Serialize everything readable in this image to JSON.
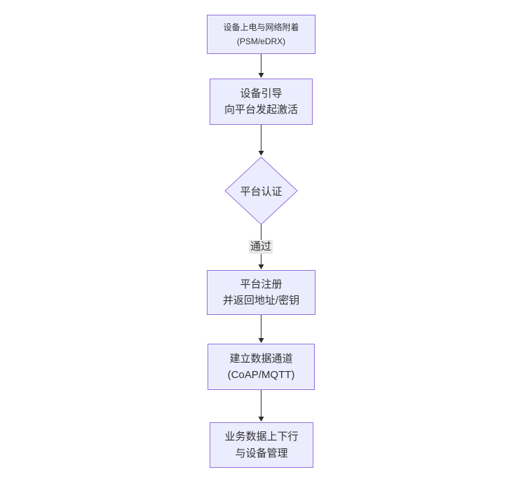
{
  "flowchart": {
    "type": "flowchart",
    "direction": "top-down",
    "colors": {
      "canvas_background": "#ffffff",
      "node_fill": "#ECECFF",
      "node_border": "#9370DB",
      "node_text": "#333333",
      "edge_stroke": "#4a4a4a",
      "arrowhead": "#2b2b2b",
      "edge_label_background": "#e8e8e8"
    },
    "nodes": {
      "power": {
        "shape": "rect",
        "lines": [
          "设备上电与网络附着",
          "(PSM/eDRX)"
        ]
      },
      "bootstrap": {
        "shape": "rect",
        "lines": [
          "设备引导",
          "向平台发起激活"
        ]
      },
      "auth": {
        "shape": "diamond",
        "lines": [
          "平台认证"
        ]
      },
      "register": {
        "shape": "rect",
        "lines": [
          "平台注册",
          "并返回地址/密钥"
        ]
      },
      "channel": {
        "shape": "rect",
        "lines": [
          "建立数据通道",
          "(CoAP/MQTT)"
        ]
      },
      "business": {
        "shape": "rect",
        "lines": [
          "业务数据上下行",
          "与设备管理"
        ]
      }
    },
    "edges": [
      {
        "from": "power",
        "to": "bootstrap",
        "label": ""
      },
      {
        "from": "bootstrap",
        "to": "auth",
        "label": ""
      },
      {
        "from": "auth",
        "to": "register",
        "label": "通过"
      },
      {
        "from": "register",
        "to": "channel",
        "label": ""
      },
      {
        "from": "channel",
        "to": "business",
        "label": ""
      }
    ]
  }
}
